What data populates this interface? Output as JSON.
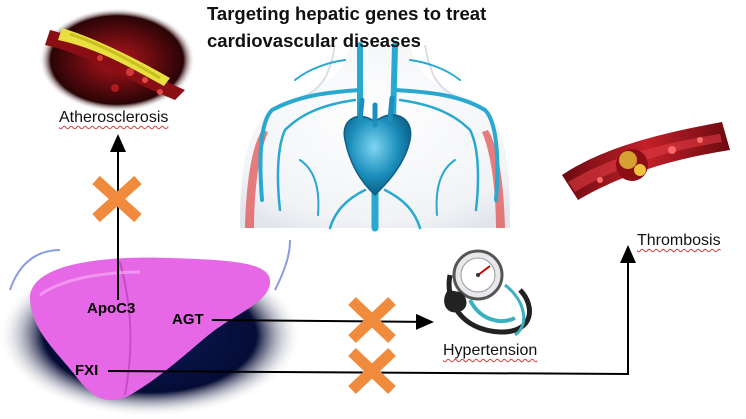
{
  "title": "Targeting hepatic genes to treat cardiovascular diseases",
  "labels": {
    "atherosclerosis": "Atherosclerosis",
    "thrombosis": "Thrombosis",
    "hypertension": "Hypertension"
  },
  "genes": {
    "apoc3": "ApoC3",
    "agt": "AGT",
    "fxi": "FXI"
  },
  "colors": {
    "blocked_marker": "#f08a3c",
    "liver": "#e668e6",
    "vessels": "#2aa9d0",
    "arrow": "#000000"
  },
  "icons": [
    "atherosclerosis-artery-image",
    "heart-vessels-image",
    "thrombosis-vessel-image",
    "liver-image",
    "blood-pressure-monitor-image",
    "blocked-x-icon"
  ]
}
